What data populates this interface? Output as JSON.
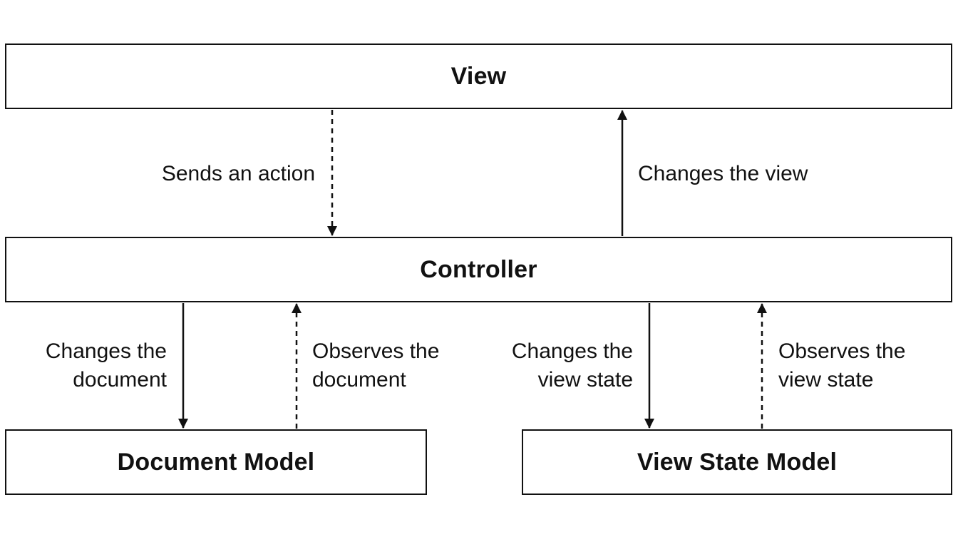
{
  "boxes": {
    "view": "View",
    "controller": "Controller",
    "document_model": "Document Model",
    "view_state_model": "View State Model"
  },
  "labels": {
    "sends_action": "Sends an action",
    "changes_view": "Changes the view",
    "changes_document": [
      "Changes the",
      "document"
    ],
    "observes_document": [
      "Observes the",
      "document"
    ],
    "changes_view_state": [
      "Changes the",
      "view state"
    ],
    "observes_view_state": [
      "Observes the",
      "view state"
    ]
  },
  "colors": {
    "stroke": "#111111",
    "background": "#ffffff"
  }
}
